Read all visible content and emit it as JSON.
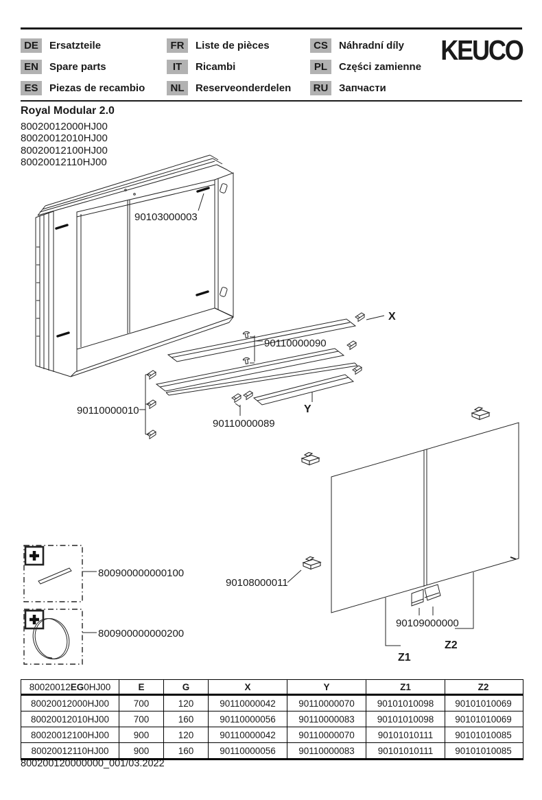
{
  "header": {
    "languages": [
      {
        "code": "DE",
        "label": "Ersatzteile"
      },
      {
        "code": "EN",
        "label": "Spare parts"
      },
      {
        "code": "ES",
        "label": "Piezas de recambio"
      },
      {
        "code": "FR",
        "label": "Liste de pièces"
      },
      {
        "code": "IT",
        "label": "Ricambi"
      },
      {
        "code": "NL",
        "label": "Reserveonderdelen"
      },
      {
        "code": "CS",
        "label": "Náhradní díly"
      },
      {
        "code": "PL",
        "label": "Części zamienne"
      },
      {
        "code": "RU",
        "label": "Запчасти"
      }
    ],
    "logo": "KEUCO"
  },
  "product": {
    "title": "Royal Modular 2.0",
    "models": [
      "80020012000HJ00",
      "80020012010HJ00",
      "80020012100HJ00",
      "80020012110HJ00"
    ]
  },
  "diagram": {
    "labels": {
      "cabinet": "90103000003",
      "shelf_screws": "90110000090",
      "shelf_clips_left": "90110000010",
      "shelf_clips_mid": "90110000089",
      "door_clips": "90108000011",
      "door_brackets": "90109000000",
      "accessory_strip": "800900000000100",
      "accessory_mirror": "800900000000200",
      "ref_x": "X",
      "ref_y": "Y",
      "ref_z1": "Z1",
      "ref_z2": "Z2"
    }
  },
  "table": {
    "header": {
      "model_pre": "80020012",
      "model_bold": "EG",
      "model_post": "0HJ00",
      "cols": [
        "E",
        "G",
        "X",
        "Y",
        "Z1",
        "Z2"
      ]
    },
    "rows": [
      [
        "80020012000HJ00",
        "700",
        "120",
        "90110000042",
        "90110000070",
        "90101010098",
        "90101010069"
      ],
      [
        "80020012010HJ00",
        "700",
        "160",
        "90110000056",
        "90110000083",
        "90101010098",
        "90101010069"
      ],
      [
        "80020012100HJ00",
        "900",
        "120",
        "90110000042",
        "90110000070",
        "90101010111",
        "90101010085"
      ],
      [
        "80020012110HJ00",
        "900",
        "160",
        "90110000056",
        "90110000083",
        "90101010111",
        "90101010085"
      ]
    ]
  },
  "footer": {
    "doc_ref": "800200120000000_001/03.2022"
  }
}
